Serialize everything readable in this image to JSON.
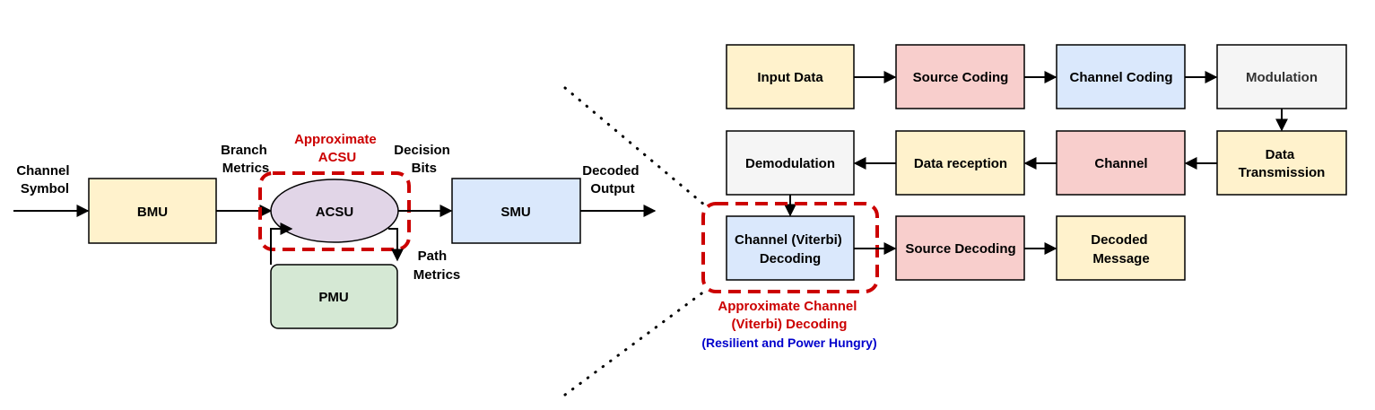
{
  "left": {
    "input_label": [
      "Channel",
      "Symbol"
    ],
    "bmu": "BMU",
    "branch_label": [
      "Branch",
      "Metrics"
    ],
    "approx_acsu_label": [
      "Approximate",
      "ACSU"
    ],
    "acsu": "ACSU",
    "decision_label": [
      "Decision",
      "Bits"
    ],
    "smu": "SMU",
    "output_label": [
      "Decoded",
      "Output"
    ],
    "pmu": "PMU",
    "path_label": [
      "Path",
      "Metrics"
    ]
  },
  "right": {
    "row1": [
      "Input Data",
      "Source Coding",
      "Channel Coding",
      "Modulation"
    ],
    "row2": [
      "Demodulation",
      "Data reception",
      "Channel"
    ],
    "data_transmission": [
      "Data",
      "Transmission"
    ],
    "viterbi": [
      "Channel (Viterbi)",
      "Decoding"
    ],
    "source_decoding": "Source Decoding",
    "decoded_message": [
      "Decoded",
      "Message"
    ],
    "approx_label": [
      "Approximate Channel",
      "(Viterbi) Decoding"
    ],
    "resilient_label": "(Resilient and Power Hungry)"
  },
  "colors": {
    "yellow": "#fff2cc",
    "red": "#f8cecc",
    "blue": "#dae8fc",
    "gray": "#f5f5f5",
    "green": "#d5e8d4",
    "purple": "#e1d5e7",
    "accent_red": "#cc0000",
    "accent_blue": "#0000cc"
  }
}
